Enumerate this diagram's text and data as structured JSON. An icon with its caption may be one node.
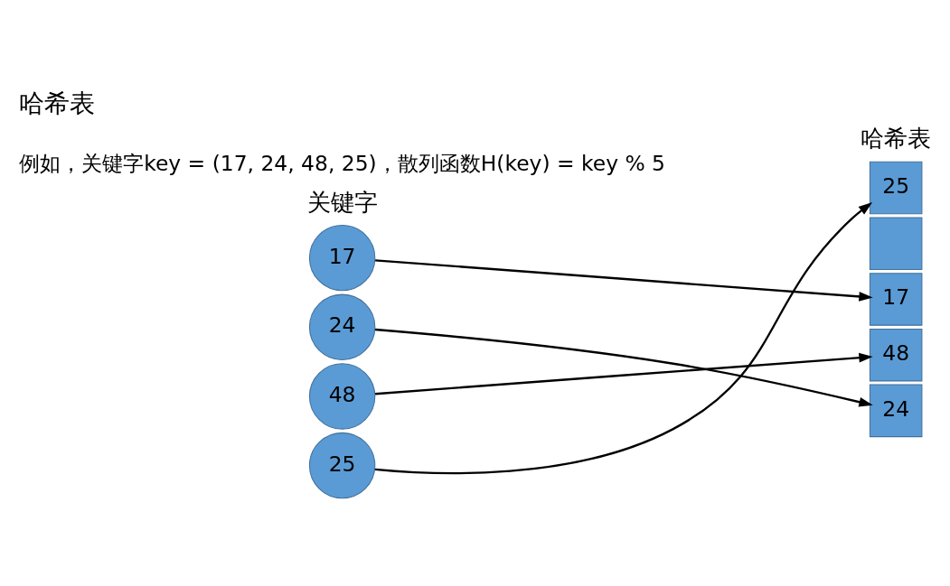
{
  "diagram": {
    "title": "哈希表",
    "nodes": [
      {
        "text": [
          "17"
        ]
      },
      {
        "text": [
          "24"
        ]
      },
      {
        "text": [
          "48"
        ]
      },
      {
        "text": [
          "25"
        ]
      },
      {
        "text": [
          "25"
        ]
      },
      {
        "text": [],
        "shape": "box"
      },
      {
        "text": [
          "17"
        ]
      },
      {
        "text": [
          "48"
        ]
      },
      {
        "text": [
          "24"
        ]
      }
    ],
    "edges": [
      {
        "from": 0,
        "to": 6,
        "arrow": "to"
      },
      {
        "from": 1,
        "to": 8,
        "arrow": "to"
      },
      {
        "from": 2,
        "to": 7,
        "arrow": "to"
      },
      {
        "from": 3,
        "to": 4,
        "arrow": "to"
      }
    ],
    "labels": [
      "例如，关键字key = (17, 24, 48, 25)，散列函数H(key) = key % 5",
      "关键字",
      "哈希表"
    ]
  }
}
